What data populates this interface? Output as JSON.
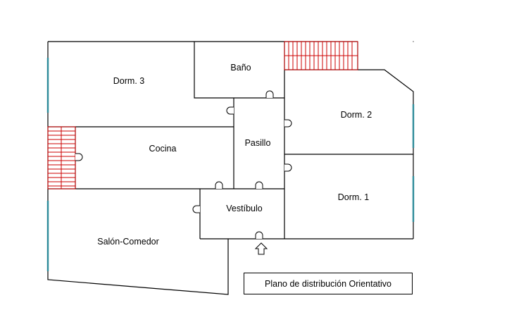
{
  "plan": {
    "rooms": {
      "dorm3": "Dorm. 3",
      "bano": "Baño",
      "dorm2": "Dorm. 2",
      "pasillo": "Pasillo",
      "cocina": "Cocina",
      "dorm1": "Dorm. 1",
      "vestibulo": "Vestíbulo",
      "salon": "Salón-Comedor"
    },
    "legend": "Plano de distribución Orientativo",
    "colors": {
      "wall": "#000000",
      "window": "#2e8b9a",
      "stairs": "#cc0000"
    }
  }
}
